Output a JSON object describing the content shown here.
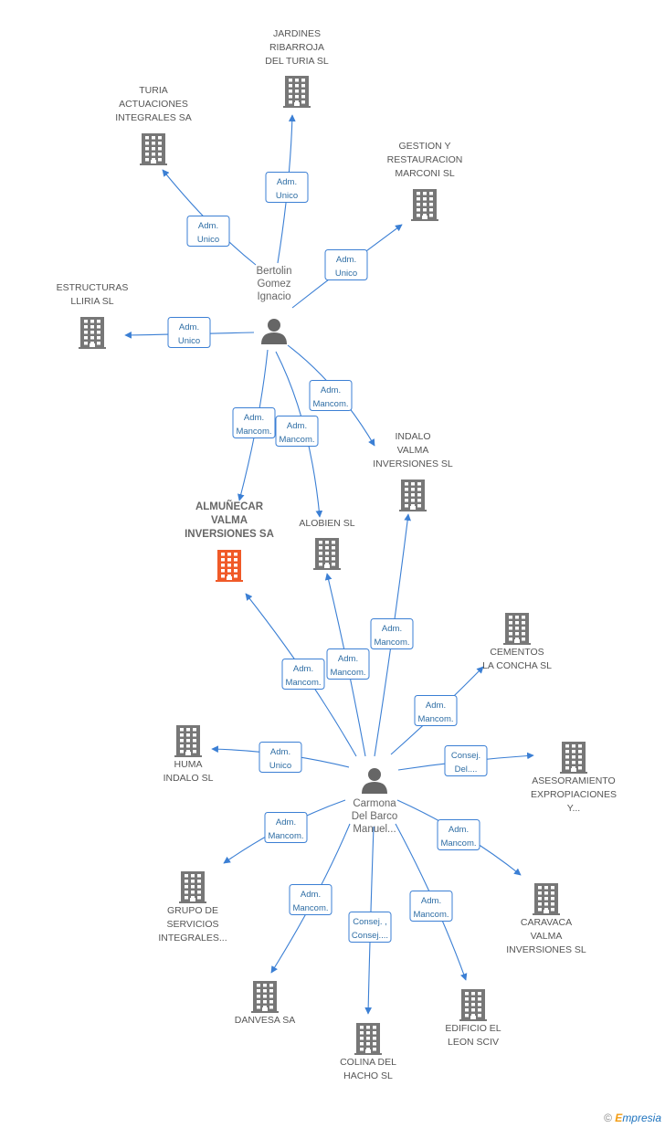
{
  "colors": {
    "edge": "#3b7fd4",
    "company": "#777777",
    "company_main": "#f05a28",
    "person": "#666666",
    "role_border": "#3b7fd4"
  },
  "persons": [
    {
      "id": "p1",
      "label": [
        "Bertolin",
        "Gomez",
        "Ignacio"
      ]
    },
    {
      "id": "p2",
      "label": [
        "Carmona",
        "Del Barco",
        "Manuel..."
      ]
    }
  ],
  "companies": [
    {
      "id": "c_jardines",
      "label": [
        "JARDINES",
        "RIBARROJA",
        "DEL TURIA SL"
      ],
      "main": false
    },
    {
      "id": "c_turia",
      "label": [
        "TURIA",
        "ACTUACIONES",
        "INTEGRALES SA"
      ],
      "main": false
    },
    {
      "id": "c_gestion",
      "label": [
        "GESTION Y",
        "RESTAURACION",
        "MARCONI  SL"
      ],
      "main": false
    },
    {
      "id": "c_estructuras",
      "label": [
        "ESTRUCTURAS",
        "LLIRIA SL"
      ],
      "main": false
    },
    {
      "id": "c_almunecar",
      "label": [
        "ALMUÑECAR",
        "VALMA",
        "INVERSIONES SA"
      ],
      "main": true
    },
    {
      "id": "c_alobien",
      "label": [
        "ALOBIEN SL"
      ],
      "main": false
    },
    {
      "id": "c_indalo",
      "label": [
        "INDALO",
        "VALMA",
        "INVERSIONES SL"
      ],
      "main": false
    },
    {
      "id": "c_cementos",
      "label": [
        "CEMENTOS",
        "LA CONCHA SL"
      ],
      "main": false
    },
    {
      "id": "c_huma",
      "label": [
        "HUMA",
        "INDALO SL"
      ],
      "main": false
    },
    {
      "id": "c_asesor",
      "label": [
        "ASESORAMIENTO",
        "EXPROPIACIONES",
        "Y..."
      ],
      "main": false
    },
    {
      "id": "c_grupo",
      "label": [
        "GRUPO DE",
        "SERVICIOS",
        "INTEGRALES..."
      ],
      "main": false
    },
    {
      "id": "c_caravaca",
      "label": [
        "CARAVACA",
        "VALMA",
        "INVERSIONES SL"
      ],
      "main": false
    },
    {
      "id": "c_danvesa",
      "label": [
        "DANVESA SA"
      ],
      "main": false
    },
    {
      "id": "c_edificio",
      "label": [
        "EDIFICIO EL",
        "LEON SCIV"
      ],
      "main": false
    },
    {
      "id": "c_colina",
      "label": [
        "COLINA DEL",
        "HACHO SL"
      ],
      "main": false
    }
  ],
  "relations": [
    {
      "from": "p1",
      "to": "c_jardines",
      "role": [
        "Adm.",
        "Unico"
      ]
    },
    {
      "from": "p1",
      "to": "c_turia",
      "role": [
        "Adm.",
        "Unico"
      ]
    },
    {
      "from": "p1",
      "to": "c_gestion",
      "role": [
        "Adm.",
        "Unico"
      ]
    },
    {
      "from": "p1",
      "to": "c_estructuras",
      "role": [
        "Adm.",
        "Unico"
      ]
    },
    {
      "from": "p1",
      "to": "c_indalo",
      "role": [
        "Adm.",
        "Mancom."
      ]
    },
    {
      "from": "p1",
      "to": "c_almunecar",
      "role": [
        "Adm.",
        "Mancom."
      ]
    },
    {
      "from": "p1",
      "to": "c_alobien",
      "role": [
        "Adm.",
        "Mancom."
      ]
    },
    {
      "from": "p2",
      "to": "c_indalo",
      "role": [
        "Adm.",
        "Mancom."
      ]
    },
    {
      "from": "p2",
      "to": "c_alobien",
      "role": [
        "Adm.",
        "Mancom."
      ]
    },
    {
      "from": "p2",
      "to": "c_almunecar",
      "role": [
        "Adm.",
        "Mancom."
      ]
    },
    {
      "from": "p2",
      "to": "c_cementos",
      "role": [
        "Adm.",
        "Mancom."
      ]
    },
    {
      "from": "p2",
      "to": "c_huma",
      "role": [
        "Adm.",
        "Unico"
      ]
    },
    {
      "from": "p2",
      "to": "c_asesor",
      "role": [
        "Consej.",
        "Del...."
      ]
    },
    {
      "from": "p2",
      "to": "c_grupo",
      "role": [
        "Adm.",
        "Mancom."
      ]
    },
    {
      "from": "p2",
      "to": "c_caravaca",
      "role": [
        "Adm.",
        "Mancom."
      ]
    },
    {
      "from": "p2",
      "to": "c_danvesa",
      "role": [
        "Adm.",
        "Mancom."
      ]
    },
    {
      "from": "p2",
      "to": "c_edificio",
      "role": [
        "Adm.",
        "Mancom."
      ]
    },
    {
      "from": "p2",
      "to": "c_colina",
      "role": [
        "Consej. ,",
        "Consej...."
      ]
    }
  ],
  "brand": {
    "copyright": "©",
    "e": "E",
    "rest": "mpresia"
  }
}
